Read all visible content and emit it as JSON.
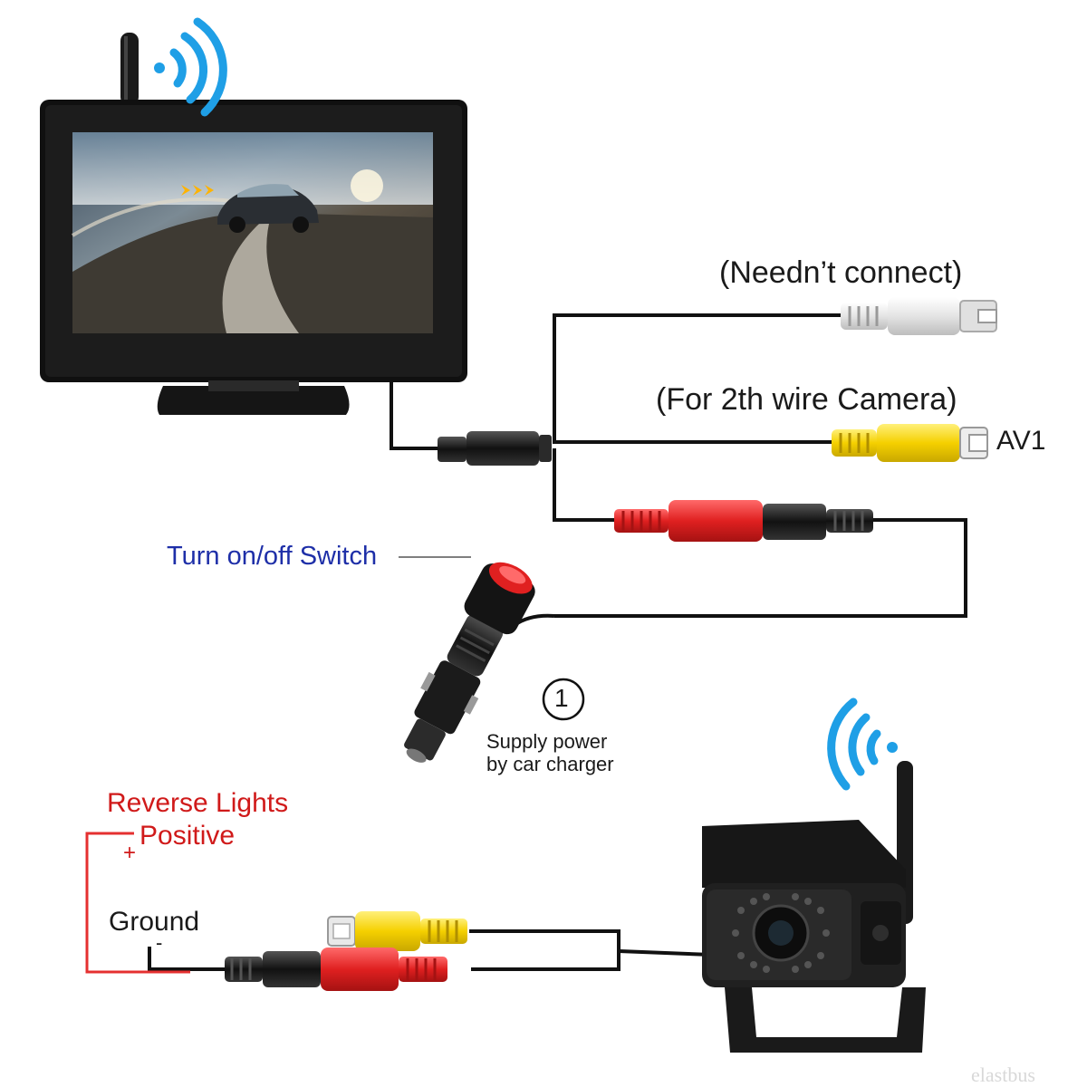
{
  "labels": {
    "neednt_connect": "(Needn’t connect)",
    "second_camera": "(For 2th wire Camera)",
    "av1": "AV1",
    "switch": "Turn on/off Switch",
    "step_number": "1",
    "supply_line1": "Supply power",
    "supply_line2": "by car charger",
    "reverse_line1": "Reverse Lights",
    "reverse_line2": "Positive",
    "plus": "+",
    "ground": "Ground",
    "minus": "-",
    "watermark": "elastbus"
  },
  "colors": {
    "wire": "#111111",
    "rca_yellow": "#f5d000",
    "rca_red": "#e02020",
    "rca_white": "#eeeeee",
    "wifi_blue": "#1f9fe6",
    "label_blue": "#1e2fa8",
    "label_red": "#d01a1a",
    "reverse_wire": "#e53030"
  },
  "icons": [
    "wifi-icon",
    "antenna-icon",
    "monitor-icon",
    "car-charger-icon",
    "backup-camera-icon",
    "rca-plug-icon"
  ]
}
